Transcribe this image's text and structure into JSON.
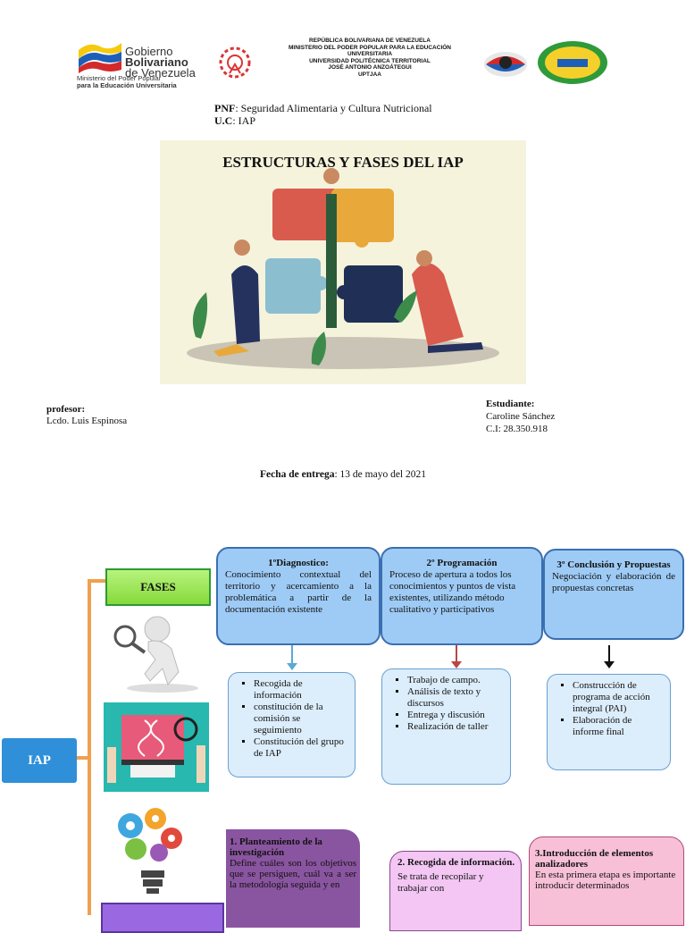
{
  "header": {
    "gobierno": {
      "line1": "Gobierno",
      "line2": "Bolivariano",
      "line3": "de Venezuela",
      "ministerio_line1": "Ministerio del Poder Popular",
      "ministerio_line2": "para la Educación Universitaria"
    },
    "center_lines": [
      "REPÚBLICA BOLIVARIANA DE VENEZUELA",
      "MINISTERIO DEL PODER POPULAR PARA LA EDUCACIÓN",
      "UNIVERSITARIA",
      "UNIVERSIDAD POLITÉCNICA TERRITORIAL",
      "JOSÉ ANTONIO ANZOÁTEGUI",
      "UPTJAA"
    ],
    "pnf_label": "PNF",
    "pnf_value": ": Seguridad Alimentaria y Cultura Nutricional",
    "uc_label": "U.C",
    "uc_value": ": IAP"
  },
  "cover": {
    "title": "ESTRUCTURAS Y FASES DEL IAP",
    "profesor_label": "profesor:",
    "profesor_name": "Lcdo. Luis Espinosa",
    "estudiante_label": "Estudiante:",
    "estudiante_name": "Caroline Sánchez",
    "estudiante_ci": "C.I: 28.350.918",
    "fecha_label": "Fecha de entrega",
    "fecha_value": ": 13 de mayo del 2021"
  },
  "diagram": {
    "root": "IAP",
    "fases_label": "FASES",
    "phases": [
      {
        "title": "1ºDiagnostico:",
        "desc": "Conocimiento contextual del territorio y acercamiento a la problemática a partir de la documentación existente",
        "items": [
          "Recogida de información",
          "constitución de la comisión se seguimiento",
          "Constitución del grupo de IAP"
        ]
      },
      {
        "title": "2º Programación",
        "desc": "Proceso de apertura a todos los conocimientos y puntos de vista existentes, utilizando método cualitativo y participativos",
        "items": [
          "Trabajo de campo.",
          "Análisis de texto y discursos",
          "Entrega y discusión",
          "Realización de taller"
        ]
      },
      {
        "title": "3º Conclusión y Propuestas",
        "desc": "Negociación y elaboración de propuestas concretas",
        "items": [
          "Construcción de programa de acción integral (PAI)",
          "Elaboración de informe final"
        ]
      }
    ],
    "stages": [
      {
        "title": "1. Planteamiento de la investigación",
        "desc": "Define cuáles son los objetivos que se persiguen, cuál va a ser la metodología seguida y en"
      },
      {
        "title": "2. Recogida de información.",
        "desc": "Se trata de recopilar y trabajar con"
      },
      {
        "title": "3.Introducción de elementos analizadores",
        "desc": "En esta primera etapa es importante introducir determinados"
      }
    ],
    "colors": {
      "root": "#2f8fd8",
      "fases": "#86d93c",
      "phase": "#9ecbf5",
      "stage1": "#8a55a0",
      "stage2": "#f3c6f3",
      "stage3": "#f7c0d7",
      "connector": "#f0a050"
    }
  },
  "icons": {
    "gobierno_logo": "venezuela-flag-icon",
    "university_logo": "uptjaa-emblem-icon",
    "puzzle": "puzzle-teamwork-icon",
    "magnifier_person": "magnifier-person-icon",
    "dna_screen": "dna-screen-icon",
    "gears_bulb": "gears-bulb-icon"
  }
}
